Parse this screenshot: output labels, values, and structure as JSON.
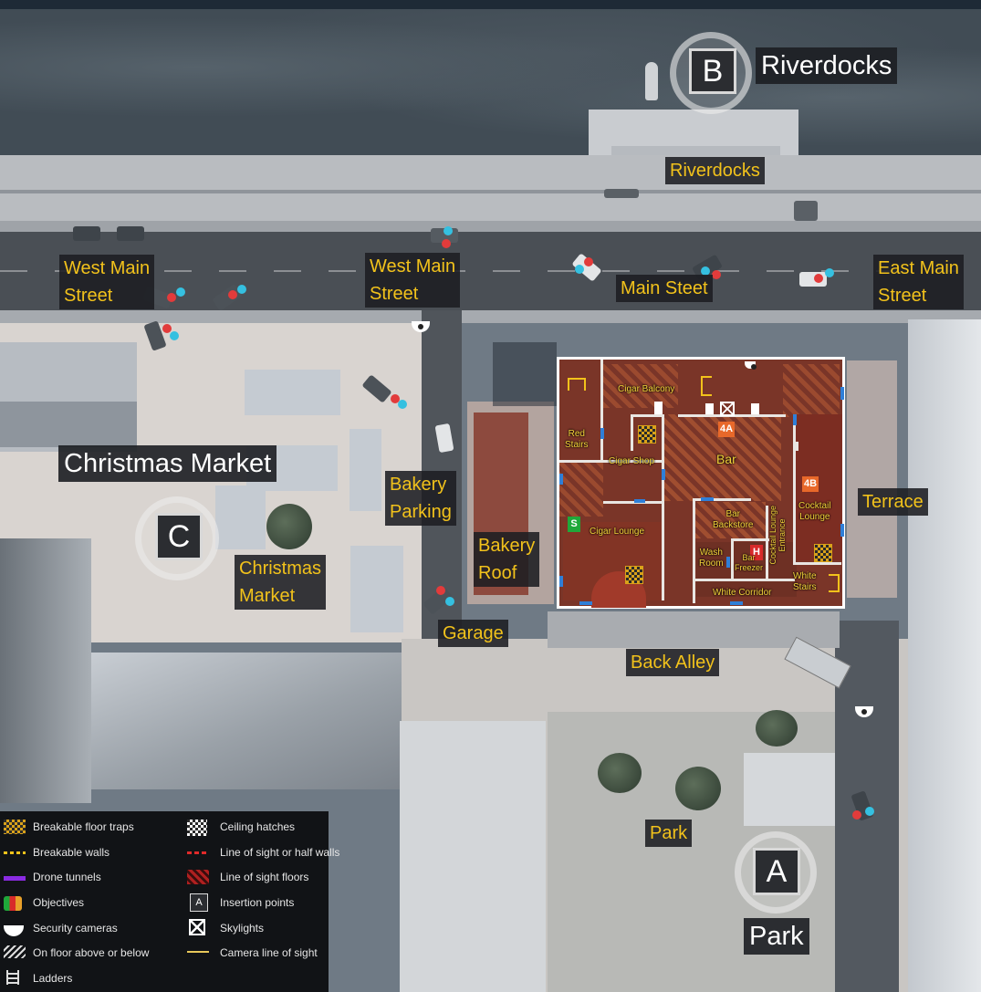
{
  "map": {
    "labels": {
      "riverdocks_zone": "Riverdocks",
      "riverdocks": "Riverdocks",
      "west_main_street_1": "West Main\nStreet",
      "west_main_street_2": "West Main\nStreet",
      "main_street": "Main Steet",
      "east_main_street": "East Main\nStreet",
      "christmas_market_zone": "Christmas Market",
      "bakery_parking": "Bakery\nParking",
      "christmas_market": "Christmas\nMarket",
      "bakery_roof": "Bakery\nRoof",
      "garage": "Garage",
      "back_alley": "Back Alley",
      "terrace": "Terrace",
      "park_small": "Park",
      "park_zone": "Park"
    },
    "insertion_points": {
      "a": "A",
      "b": "B",
      "c": "C"
    },
    "rooms": {
      "cigar_balcony": "Cigar Balcony",
      "red_stairs": "Red\nStairs",
      "cigar_shop": "Cigar Shop",
      "bar": "Bar",
      "cocktail_lounge": "Cocktail\nLounge",
      "cigar_lounge": "Cigar Lounge",
      "bar_backstore": "Bar\nBackstore",
      "wash_room": "Wash\nRoom",
      "bar_freezer": "Bar\nFreezer",
      "cocktail_lounge_entrance": "Cocktail Lounge\nEntrance",
      "white_stairs": "White\nStairs",
      "white_corridor": "White Corridor"
    },
    "site_tags": {
      "4a": "4A",
      "4b": "4B",
      "s": "S",
      "h": "H"
    }
  },
  "legend": {
    "items": [
      "Breakable floor traps",
      "Breakable walls",
      "Drone tunnels",
      "Objectives",
      "Security cameras",
      "On floor above or below",
      "Ladders",
      "Ceiling hatches",
      "Line of sight or half walls",
      "Line of sight floors",
      "Insertion points",
      "Skylights",
      "Camera line of sight"
    ],
    "insertion_icon_letter": "A"
  },
  "colors": {
    "label_text": "#f2c21b",
    "label_bg": "#1c1e22",
    "floor_red": "#8a3a2a",
    "door_blue": "#2f7fd8",
    "legend_bg": "#111316"
  }
}
